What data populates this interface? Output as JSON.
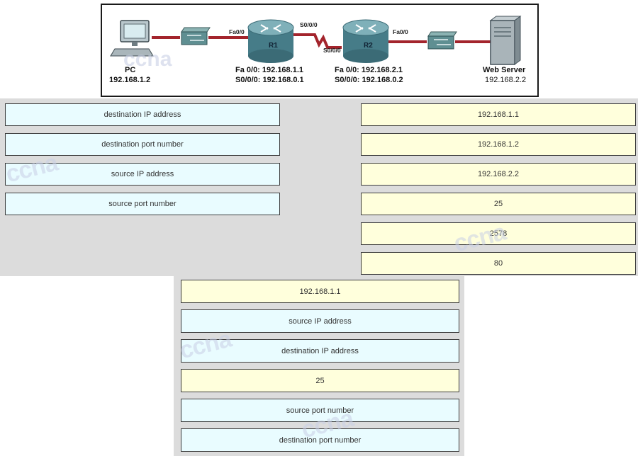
{
  "topology": {
    "pc_label": "PC",
    "pc_ip": "192.168.1.2",
    "r1_name": "R1",
    "r2_name": "R2",
    "r1_fa": "Fa 0/0: 192.168.1.1",
    "r1_s": "S0/0/0: 192.168.0.1",
    "r2_fa": "Fa 0/0: 192.168.2.1",
    "r2_s": "S0/0/0: 192.168.0.2",
    "server_label": "Web Server",
    "server_ip": "192.168.2.2",
    "r1_fa_port": "Fa0/0",
    "r1_serial_port": "S0/0/0",
    "r2_serial_port": "S0/0/0",
    "r2_fa_port": "Fa0/0",
    "link_color": "#a3242c"
  },
  "drag_labels": [
    "destination IP address",
    "destination port number",
    "source IP address",
    "source port number"
  ],
  "drag_values": [
    "192.168.1.1",
    "192.168.1.2",
    "192.168.2.2",
    "25",
    "2578",
    "80"
  ],
  "answer_slots": [
    "192.168.1.1",
    "source IP address",
    "destination IP address",
    "25",
    "source port number",
    "destination port number"
  ],
  "watermark": "ccna",
  "colors": {
    "label_box": "#e9fcff",
    "value_box": "#ffffdc",
    "panel": "#dcdcdc"
  }
}
